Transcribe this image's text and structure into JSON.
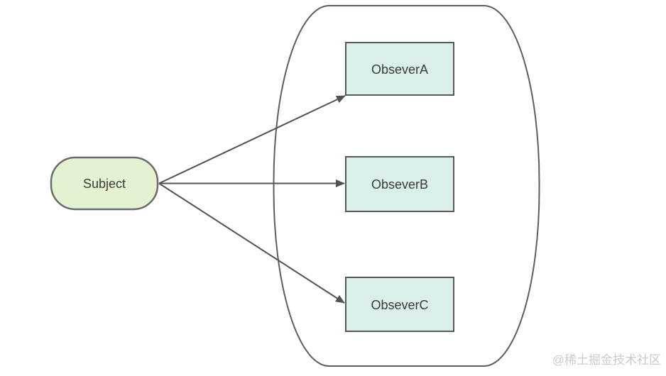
{
  "diagram": {
    "type": "observer-pattern",
    "nodes": {
      "subject": {
        "label": "Subject",
        "shape": "pill"
      },
      "observer_a": {
        "label": "ObseverA",
        "shape": "rect"
      },
      "observer_b": {
        "label": "ObseverB",
        "shape": "rect"
      },
      "observer_c": {
        "label": "ObseverC",
        "shape": "rect"
      }
    },
    "edges": [
      {
        "from": "Subject",
        "to": "ObseverA",
        "style": "arrow"
      },
      {
        "from": "Subject",
        "to": "ObseverB",
        "style": "arrow"
      },
      {
        "from": "Subject",
        "to": "ObseverC",
        "style": "arrow"
      }
    ]
  },
  "watermark": {
    "text": "@稀土掘金技术社区"
  },
  "colors": {
    "background": "#ffffff",
    "subject_fill": "#e4f2d2",
    "subject_stroke": "#6b6b6b",
    "observer_fill": "#d8f0e9",
    "observer_stroke": "#585858",
    "container_fill": "#ffffff",
    "container_stroke": "#5e5e5e",
    "arrow": "#525252",
    "label_text": "#3a3a3a",
    "watermark_text": "#cbcbcb"
  }
}
